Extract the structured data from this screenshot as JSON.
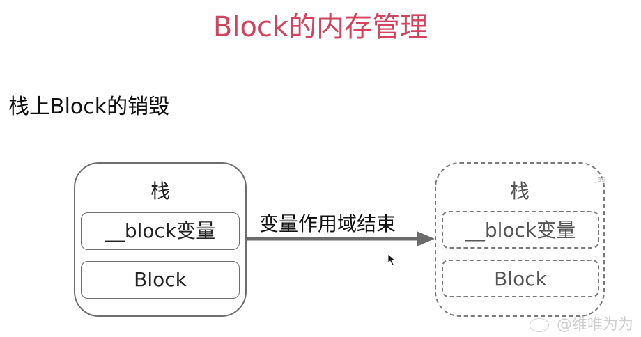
{
  "slide": {
    "title": "Block的内存管理",
    "subtitle": "栈上Block的销毁"
  },
  "diagram": {
    "before": {
      "container_label": "栈",
      "items": [
        "__block变量",
        "Block"
      ],
      "style": "solid"
    },
    "transition": {
      "label": "变量作用域结束"
    },
    "after": {
      "container_label": "栈",
      "items": [
        "__block变量",
        "Block"
      ],
      "style": "dashed"
    }
  },
  "colors": {
    "title": "#d2445e",
    "text": "#111111",
    "border": "#6e6e6e",
    "arrow": "#6b6b6b"
  },
  "watermark": "@维唯为为",
  "corner_mark": "J39"
}
